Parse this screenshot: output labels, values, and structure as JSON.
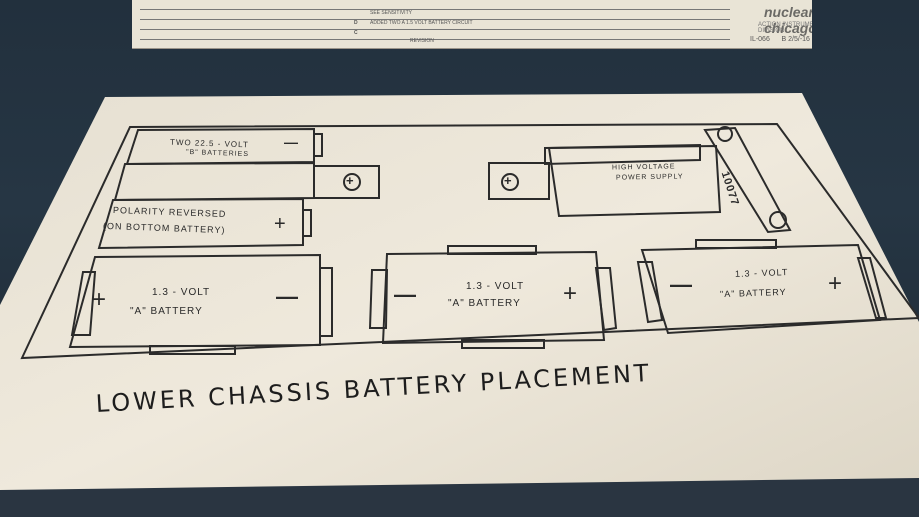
{
  "top_sheet": {
    "brand": "nuclear-chicago",
    "subbrand": "ACTION INSTRUMENT & DEVICE DIVISION",
    "revision_rows": [
      "SEE SENSITIVITY",
      "ADDED TWO A 1.5 VOLT BATTERY CIRCUIT",
      "REVISION"
    ],
    "revision_marks": [
      "D",
      "C"
    ],
    "drawing_number": "IL-066",
    "sheet": "B  2/5/-16"
  },
  "diagram": {
    "top_left_battery_label": "TWO 22.5 - VOLT",
    "top_left_battery_sub": "\"B\" BATTERIES",
    "polarity_note_line1": "POLARITY REVERSED",
    "polarity_note_line2": "(ON BOTTOM BATTERY)",
    "hv_supply_line1": "HIGH VOLTAGE",
    "hv_supply_line2": "POWER SUPPLY",
    "hv_part_number": "10077",
    "a_battery_left_line1": "1.3 - VOLT",
    "a_battery_left_line2": "\"A\"  BATTERY",
    "a_battery_mid_line1": "1.3 - VOLT",
    "a_battery_mid_line2": "\"A\"  BATTERY",
    "a_battery_right_line1": "1.3 - VOLT",
    "a_battery_right_line2": "\"A\"  BATTERY",
    "plus": "+",
    "minus": "—"
  },
  "caption": "LOWER CHASSIS BATTERY PLACEMENT"
}
